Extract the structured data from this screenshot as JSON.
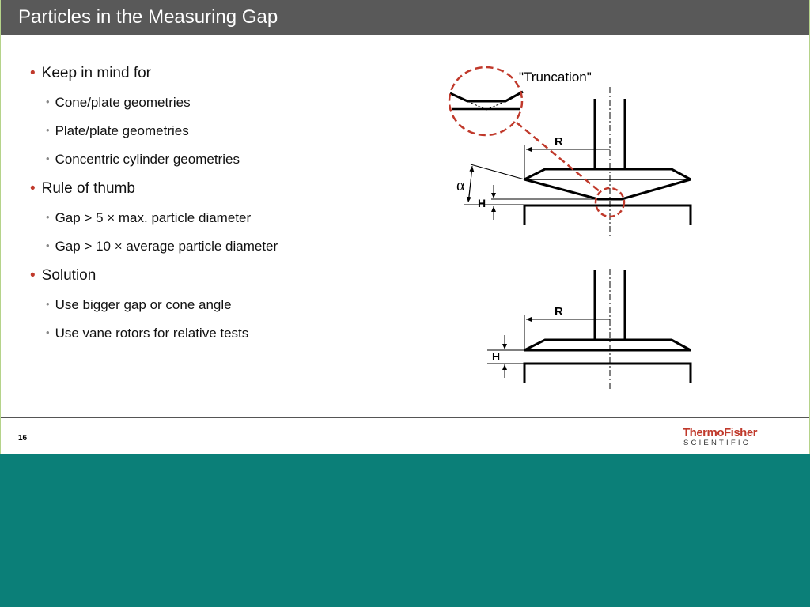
{
  "title": "Particles in the Measuring Gap",
  "bullets": [
    {
      "text": "Keep in mind for",
      "sub": [
        "Cone/plate geometries",
        "Plate/plate geometries",
        "Concentric cylinder geometries"
      ]
    },
    {
      "text": "Rule of thumb",
      "sub": [
        "Gap > 5 × max. particle diameter",
        "Gap > 10 × average particle diameter"
      ]
    },
    {
      "text": "Solution",
      "sub": [
        "Use bigger gap or cone angle",
        "Use vane rotors for relative tests"
      ]
    }
  ],
  "diagram": {
    "truncation_label": "\"Truncation\"",
    "r_label": "R",
    "h_label": "H",
    "alpha_label": "α"
  },
  "footer": {
    "page_number": "16",
    "logo_line1": "ThermoFisher",
    "logo_line2": "SCIENTIFIC"
  },
  "colors": {
    "accent": "#c0392b",
    "background": "#0b7f78"
  }
}
